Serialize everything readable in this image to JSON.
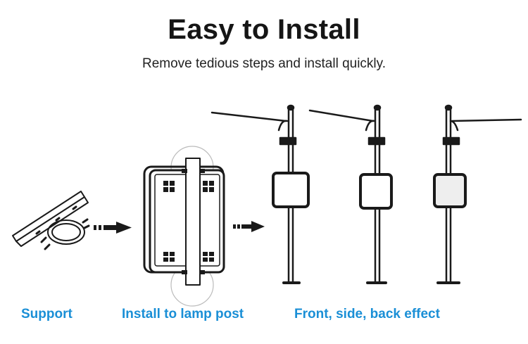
{
  "header": {
    "title": "Easy to Install",
    "subtitle": "Remove tedious steps and install quickly."
  },
  "steps": [
    {
      "label": "Support",
      "illustration": "bracket-clamp"
    },
    {
      "label": "Install to lamp post",
      "illustration": "panel-on-post"
    },
    {
      "label": "Front, side, back effect",
      "illustration": "three-lamp-posts"
    }
  ],
  "colors": {
    "caption": "#1a8fd6",
    "title": "#151515",
    "line": "#1a1a1a"
  }
}
